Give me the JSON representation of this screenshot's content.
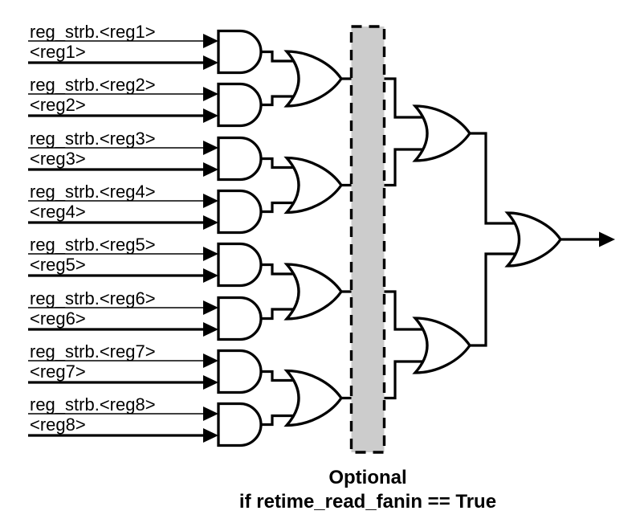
{
  "diagram": {
    "title": "register strobe read fan-in OR tree",
    "colors": {
      "background": "#ffffff",
      "line": "#000000",
      "optional_region_fill": "#cccccc"
    },
    "inputs": [
      {
        "strobe_label": "reg_strb.<reg1>",
        "signal_label": "<reg1>"
      },
      {
        "strobe_label": "reg_strb.<reg2>",
        "signal_label": "<reg2>"
      },
      {
        "strobe_label": "reg_strb.<reg3>",
        "signal_label": "<reg3>"
      },
      {
        "strobe_label": "reg_strb.<reg4>",
        "signal_label": "<reg4>"
      },
      {
        "strobe_label": "reg_strb.<reg5>",
        "signal_label": "<reg5>"
      },
      {
        "strobe_label": "reg_strb.<reg6>",
        "signal_label": "<reg6>"
      },
      {
        "strobe_label": "reg_strb.<reg7>",
        "signal_label": "<reg7>"
      },
      {
        "strobe_label": "reg_strb.<reg8>",
        "signal_label": "<reg8>"
      }
    ],
    "optional_region": {
      "caption_line1": "Optional",
      "caption_line2": "if retime_read_fanin == True"
    }
  }
}
